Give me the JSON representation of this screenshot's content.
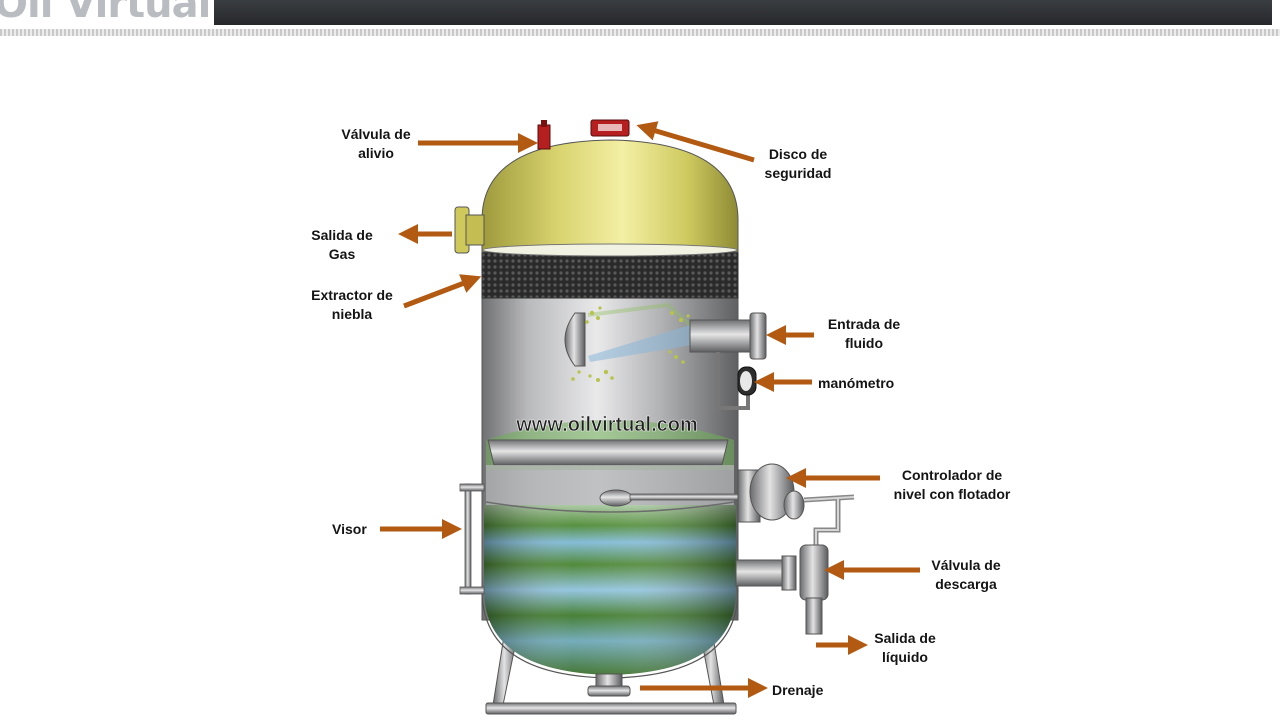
{
  "header": {
    "logo_text": "Oil Virtual"
  },
  "diagram": {
    "watermark": "www.oilvirtual.com",
    "labels": {
      "valvula_alivio": "Válvula de\nalivio",
      "disco_seguridad": "Disco de\nseguridad",
      "salida_gas": "Salida de\nGas",
      "extractor_niebla": "Extractor de\nniebla",
      "entrada_fluido": "Entrada de\nfluido",
      "manometro": "manómetro",
      "controlador_nivel": "Controlador de\nnivel con flotador",
      "visor": "Visor",
      "valvula_descarga": "Válvula de\ndescarga",
      "salida_liquido": "Salida de\nlíquido",
      "drenaje": "Drenaje"
    },
    "colors": {
      "arrow": "#b35a12",
      "dome": "#d8d46a",
      "body": "#a9aaac",
      "liquid": "#5c9a3a",
      "accent_red": "#b51f1f"
    }
  }
}
